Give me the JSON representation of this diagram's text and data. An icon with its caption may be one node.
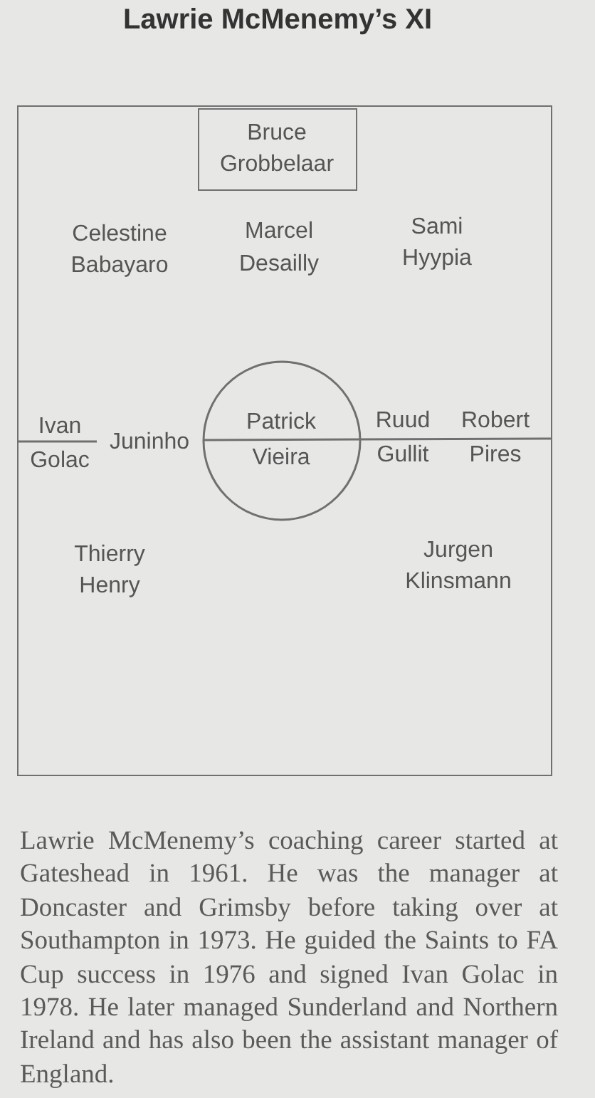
{
  "diagram": {
    "title": "Lawrie McMenemy’s XI",
    "caption": "Lawrie McMenemy’s coaching career started at Gateshead in 1961. He was the manager at Doncaster and Grimsby before taking over at Southampton in 1973. He guided the Saints to FA Cup success in 1976 and signed Ivan Golac in 1978. He later managed Sunderland and Northern Ireland and has also been the assistant manager of England.",
    "nodes": [
      {
        "text": [],
        "shape": "box"
      },
      {
        "text": [
          "Bruce Grobbelaar"
        ],
        "in": 0
      },
      {
        "text": [
          "Patrick Vieira"
        ],
        "in": 0
      }
    ],
    "labels": [
      "Celestine Babayaro",
      "Marcel Desailly",
      "Sami Hyypia",
      "Ivan Golac",
      "Juninho",
      "Ruud Gullit",
      "Robert Pires",
      "Thierry Henry",
      "Jurgen Klinsmann"
    ]
  }
}
